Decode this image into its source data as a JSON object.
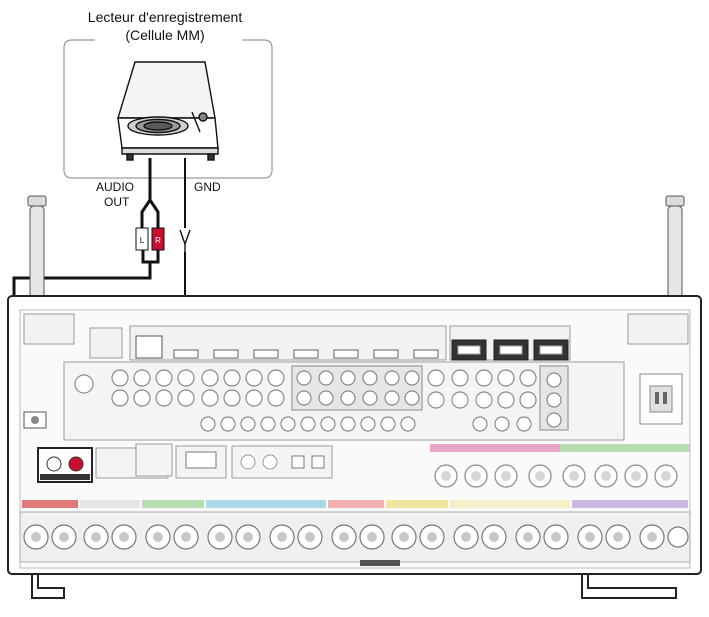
{
  "labels": {
    "title_line1": "Lecteur d'enregistrement",
    "title_line2": "(Cellule MM)",
    "audio_line1": "AUDIO",
    "audio_line2": "OUT",
    "gnd": "GND"
  },
  "colors": {
    "cable": "#111111",
    "panel_fill": "#f2f2f2",
    "panel_stroke": "#9a9a9a",
    "jack_stroke": "#7a7a7a",
    "connector_red": "#c8102e",
    "hdmi_dark": "#333333",
    "pink": "#e8a6c8",
    "green": "#b8dcb0",
    "cyan": "#a9dbe6",
    "yellow": "#f0e6a0",
    "purple": "#c8b8e0",
    "red_tab": "#e07a7a"
  },
  "icons": {
    "turntable": "turntable-icon",
    "antenna_left": "antenna-icon",
    "antenna_right": "antenna-icon",
    "power_inlet": "power-inlet-icon",
    "rca_plug": "rca-plug-icon",
    "ground_spade": "spade-lug-icon"
  }
}
